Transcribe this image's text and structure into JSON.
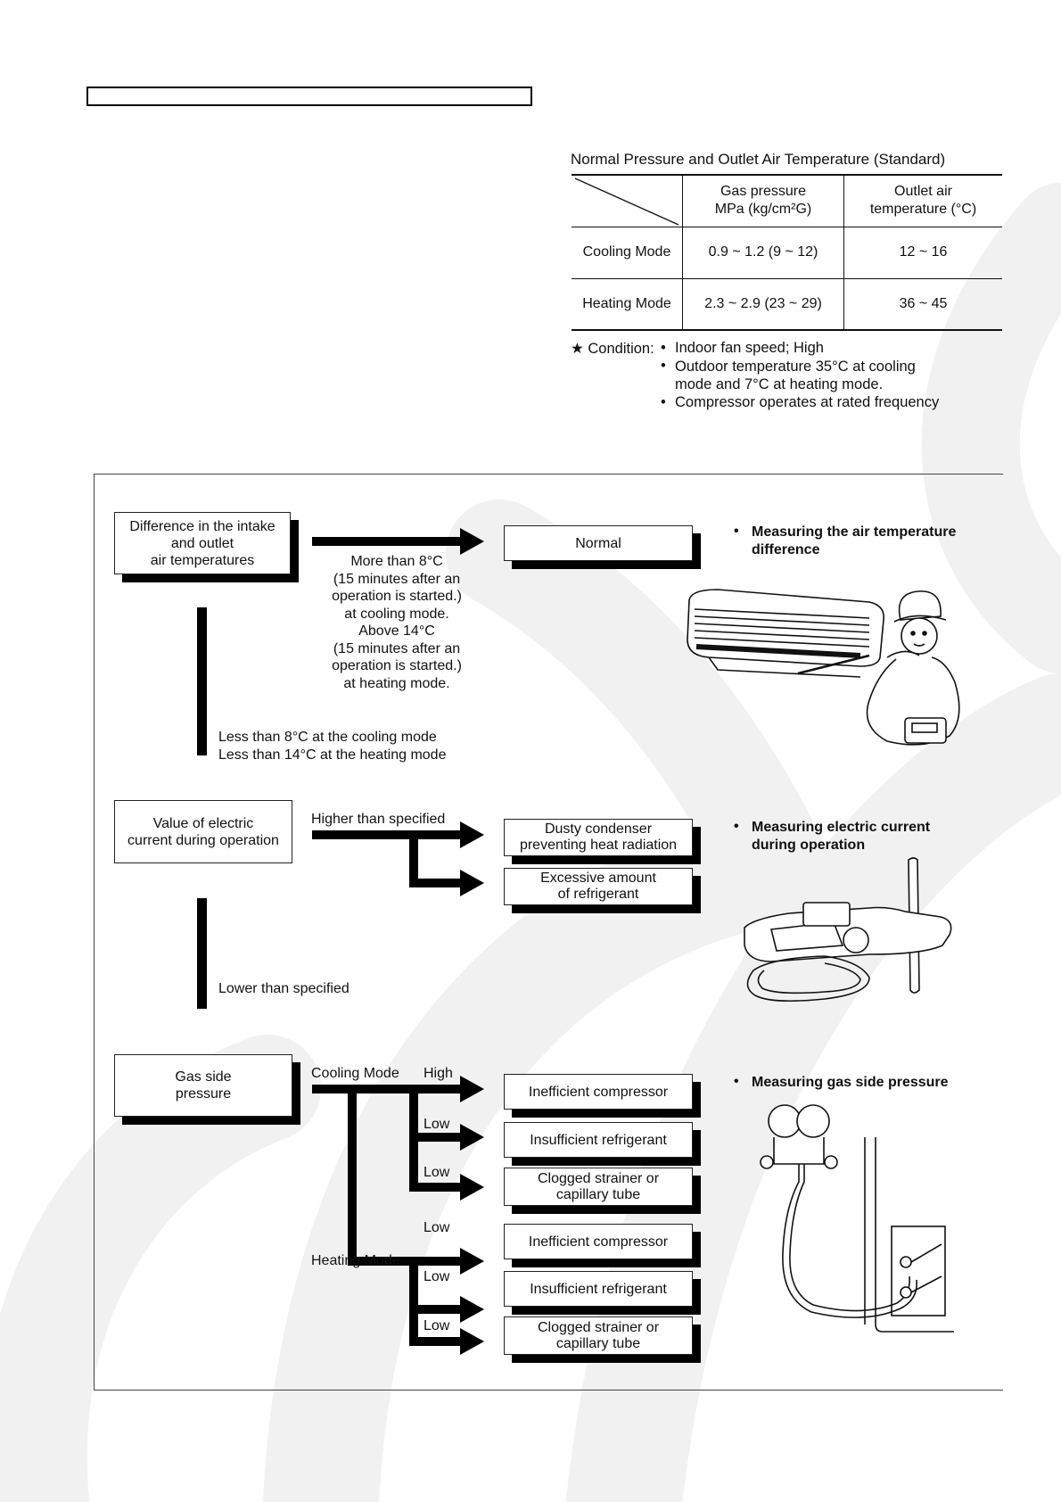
{
  "table": {
    "title": "Normal Pressure and Outlet Air Temperature (Standard)",
    "headers": {
      "gas_pressure": "Gas pressure\nMPa (kg/cm²G)",
      "outlet_air": "Outlet air\ntemperature (°C)"
    },
    "rows": [
      {
        "mode": "Cooling Mode",
        "pressure": "0.9 ~ 1.2 (9 ~ 12)",
        "temp": "12 ~ 16"
      },
      {
        "mode": "Heating Mode",
        "pressure": "2.3 ~ 2.9 (23 ~ 29)",
        "temp": "36 ~ 45"
      }
    ]
  },
  "condition": {
    "label": "★ Condition:",
    "items": [
      "Indoor fan speed; High",
      "Outdoor temperature 35°C at cooling\nmode and 7°C at heating mode.",
      "Compressor operates at rated frequency"
    ]
  },
  "flow1": {
    "box": "Difference in the intake\nand outlet\nair temperatures",
    "result": "Normal",
    "condition_text": "More than 8°C\n(15 minutes after an\noperation is started.)\nat cooling mode.\nAbove 14°C\n(15 minutes after an\noperation is started.)\nat heating mode.",
    "less_text": "Less than 8°C at the cooling mode\nLess than 14°C at the heating mode",
    "note": "Measuring the air temperature\ndifference"
  },
  "flow2": {
    "box": "Value of electric\ncurrent during operation",
    "higher": "Higher than specified",
    "result1": "Dusty condenser\npreventing heat radiation",
    "result2": "Excessive amount\nof refrigerant",
    "lower": "Lower than specified",
    "note": "Measuring electric current\nduring operation"
  },
  "flow3": {
    "box": "Gas side\npressure",
    "cooling": "Cooling Mode",
    "heating": "Heating Mode",
    "high": "High",
    "low": "Low",
    "results": [
      "Inefficient compressor",
      "Insufficient refrigerant",
      "Clogged strainer or\ncapillary tube",
      "Inefficient compressor",
      "Insufficient refrigerant",
      "Clogged strainer or\ncapillary tube"
    ],
    "note": "Measuring gas side pressure"
  },
  "bullet": "•"
}
